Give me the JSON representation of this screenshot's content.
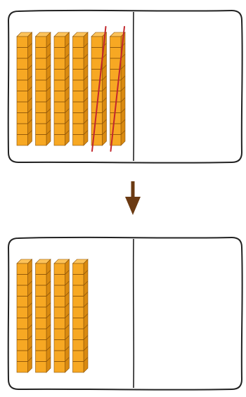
{
  "colors": {
    "cube_front": "#f7a823",
    "cube_top": "#fcc35a",
    "cube_side": "#d98a10",
    "cube_edge": "#8a5208",
    "frame_stroke": "#222222",
    "divider_stroke": "#222222",
    "strike": "#c2272d",
    "arrow": "#6b3a12"
  },
  "icons": {
    "arrow": "down-arrow-icon"
  },
  "panels": [
    {
      "name": "before-panel",
      "rods": [
        {
          "cubes": 10,
          "crossed_out": false
        },
        {
          "cubes": 10,
          "crossed_out": false
        },
        {
          "cubes": 10,
          "crossed_out": false
        },
        {
          "cubes": 10,
          "crossed_out": false
        },
        {
          "cubes": 10,
          "crossed_out": true
        },
        {
          "cubes": 10,
          "crossed_out": true
        }
      ]
    },
    {
      "name": "after-panel",
      "rods": [
        {
          "cubes": 10,
          "crossed_out": false
        },
        {
          "cubes": 10,
          "crossed_out": false
        },
        {
          "cubes": 10,
          "crossed_out": false
        },
        {
          "cubes": 10,
          "crossed_out": false
        }
      ]
    }
  ]
}
